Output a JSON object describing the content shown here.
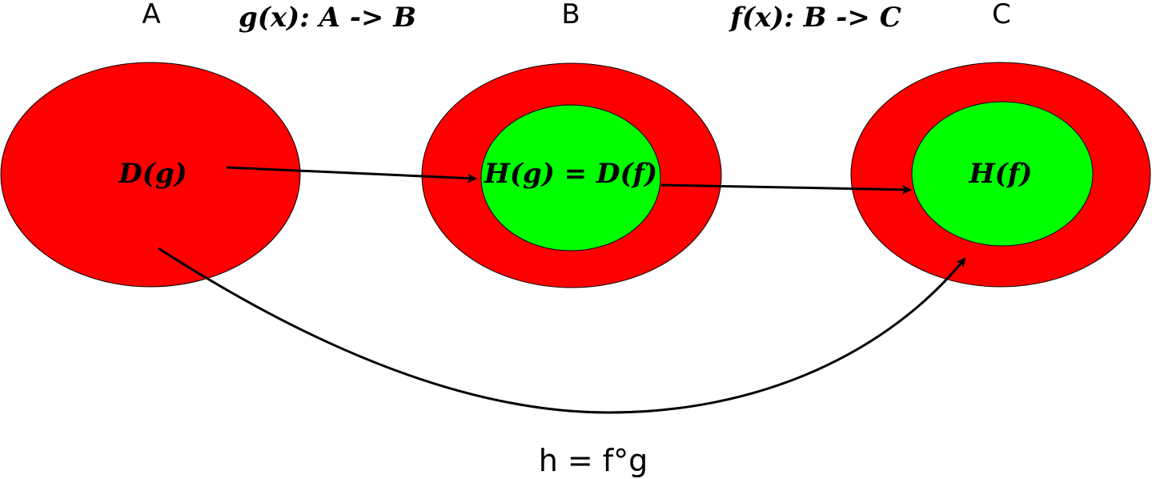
{
  "sets": {
    "a": {
      "label": "A"
    },
    "b": {
      "label": "B"
    },
    "c": {
      "label": "C"
    }
  },
  "functions": {
    "g": {
      "label": "g(x): A -> B"
    },
    "f": {
      "label": "f(x): B -> C"
    }
  },
  "regions": {
    "domain_g": {
      "label": "D(g)"
    },
    "range_g_domain_f": {
      "label": "H(g) = D(f)"
    },
    "range_f": {
      "label": "H(f)"
    }
  },
  "composition": {
    "label": "h = f°g"
  },
  "colors": {
    "outer_fill": "#ff0000",
    "inner_fill": "#00ff00",
    "stroke": "#000000"
  }
}
